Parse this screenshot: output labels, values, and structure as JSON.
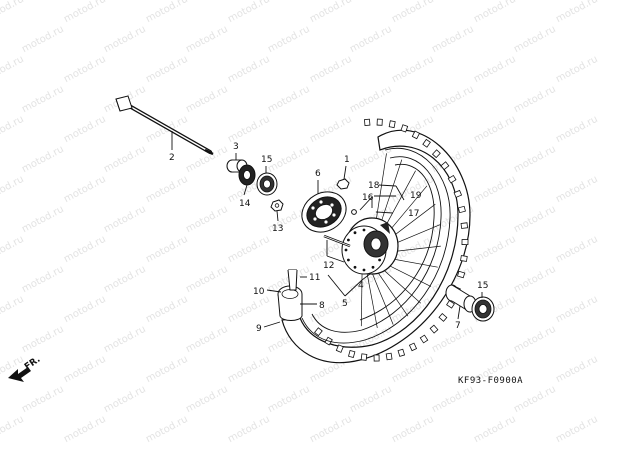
{
  "diagram": {
    "part_code": "KF93-F0900A",
    "direction_label": "FR.",
    "watermark_text": "motod.ru",
    "callouts": [
      {
        "id": "callout-1",
        "text": "1"
      },
      {
        "id": "callout-2",
        "text": "2"
      },
      {
        "id": "callout-3",
        "text": "3"
      },
      {
        "id": "callout-4",
        "text": "4"
      },
      {
        "id": "callout-5",
        "text": "5"
      },
      {
        "id": "callout-6",
        "text": "6"
      },
      {
        "id": "callout-7",
        "text": "7"
      },
      {
        "id": "callout-8",
        "text": "8"
      },
      {
        "id": "callout-9",
        "text": "9"
      },
      {
        "id": "callout-10",
        "text": "10"
      },
      {
        "id": "callout-11",
        "text": "11"
      },
      {
        "id": "callout-12",
        "text": "12"
      },
      {
        "id": "callout-13",
        "text": "13"
      },
      {
        "id": "callout-14",
        "text": "14"
      },
      {
        "id": "callout-15a",
        "text": "15"
      },
      {
        "id": "callout-15b",
        "text": "15"
      },
      {
        "id": "callout-16",
        "text": "16"
      },
      {
        "id": "callout-17",
        "text": "17"
      },
      {
        "id": "callout-18",
        "text": "18"
      },
      {
        "id": "callout-19",
        "text": "19"
      }
    ]
  }
}
